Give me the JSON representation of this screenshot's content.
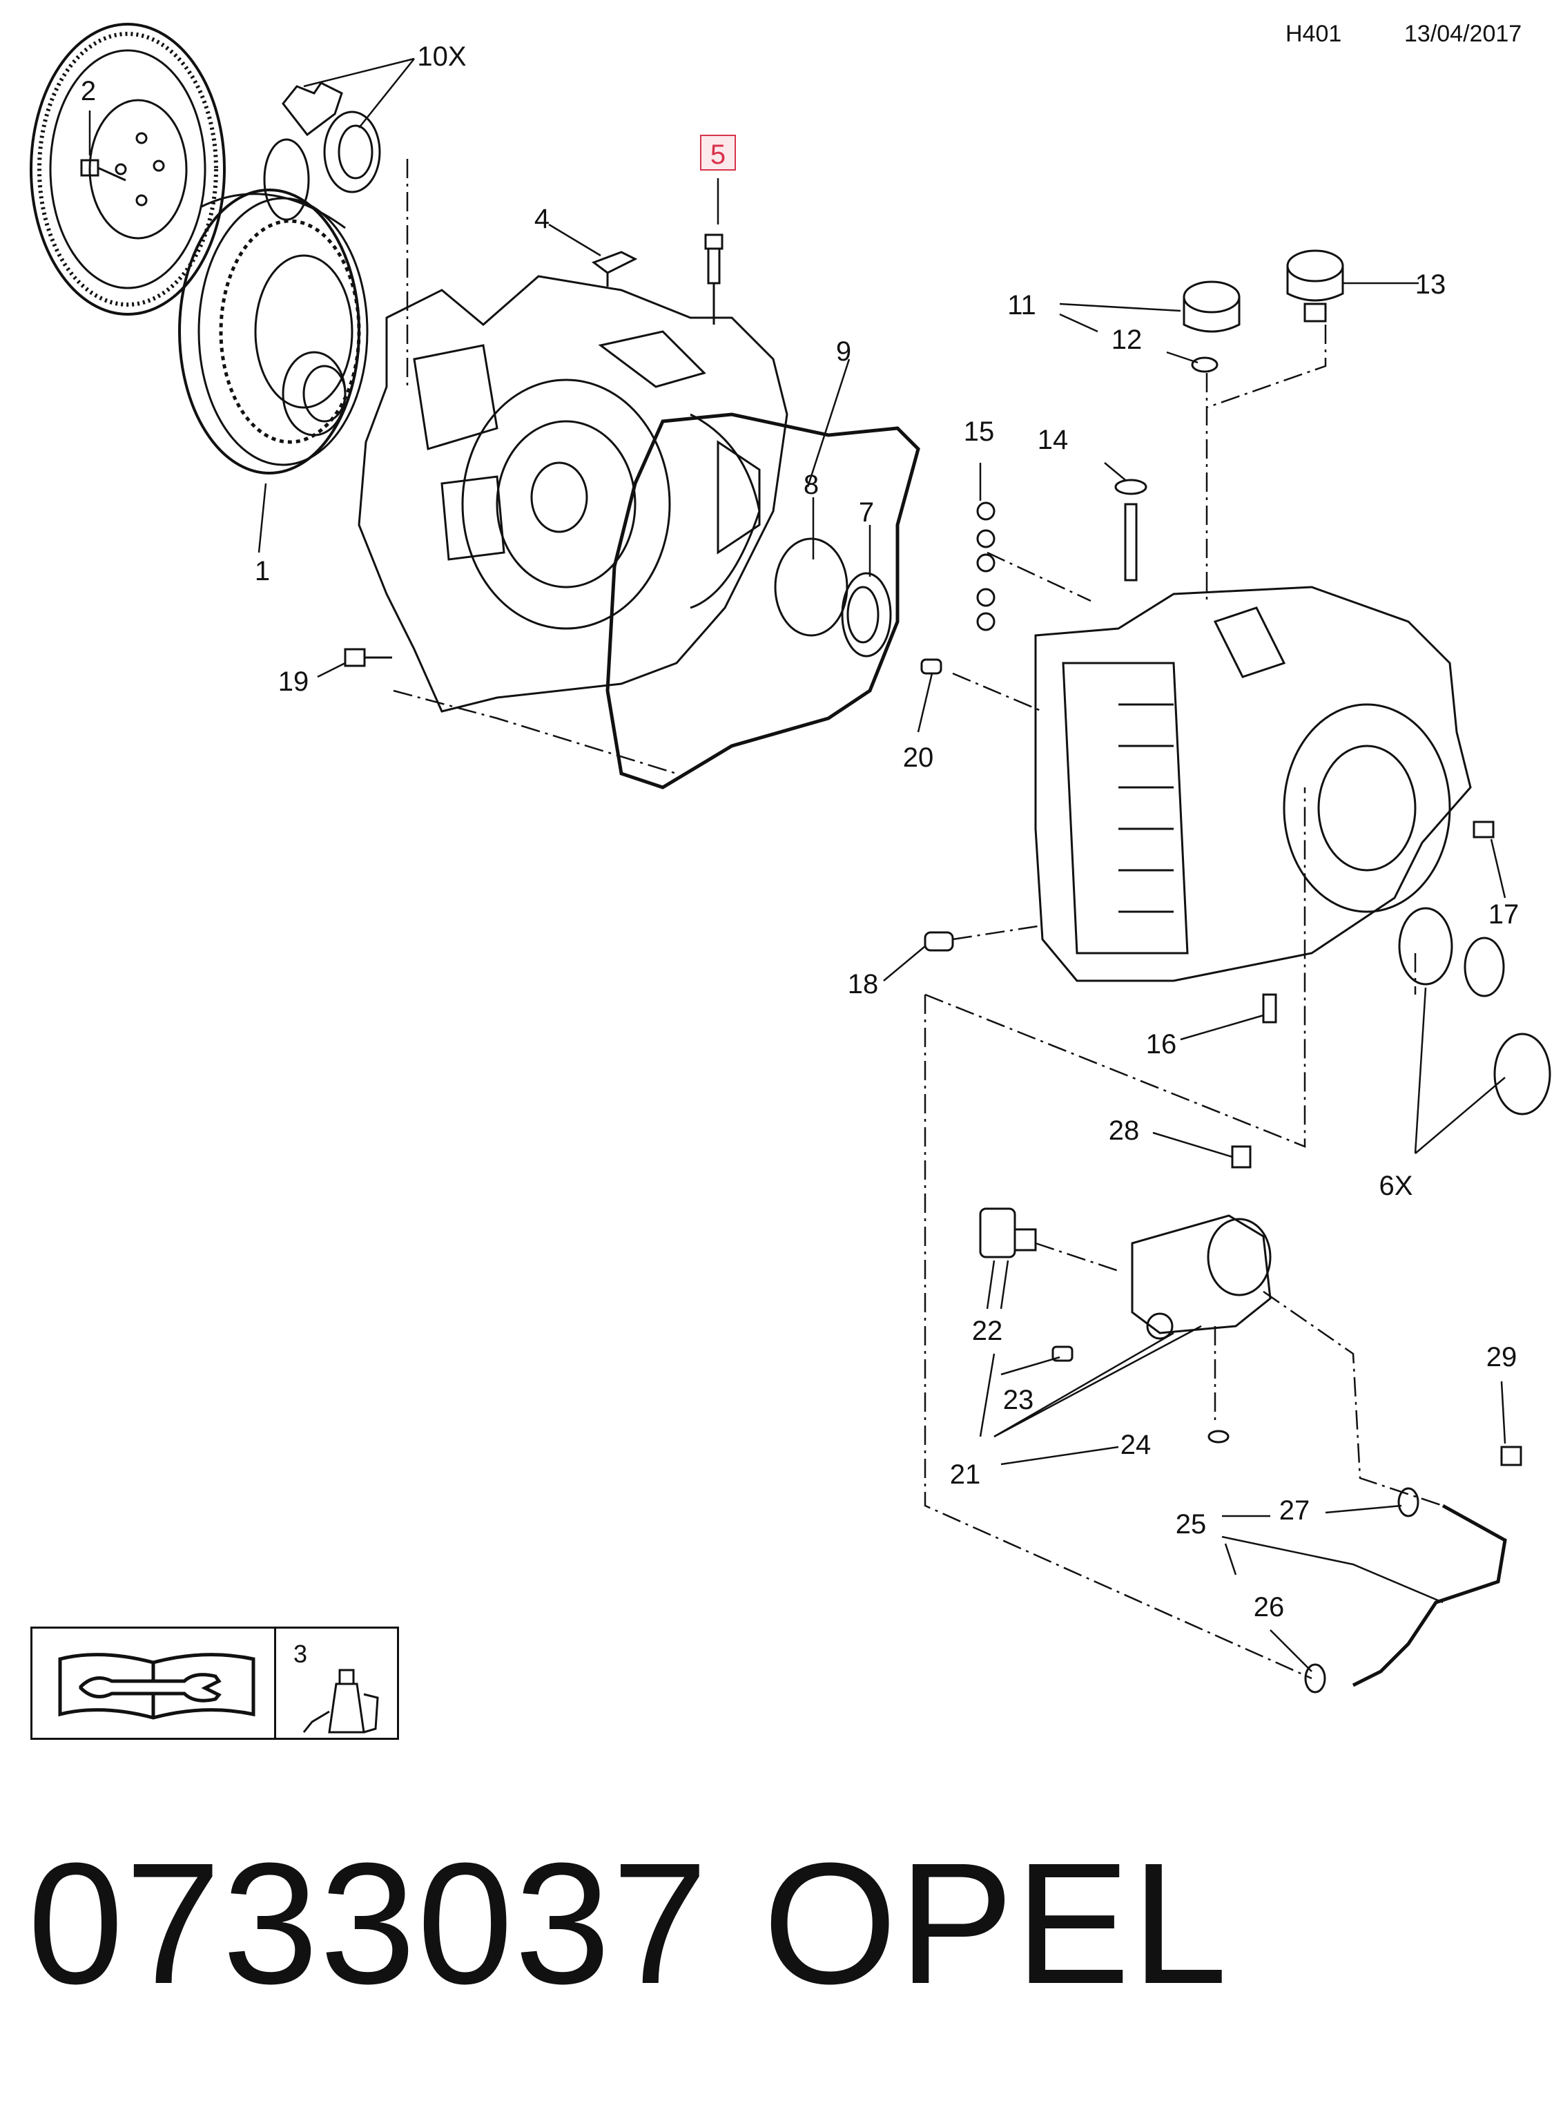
{
  "header": {
    "code": "H401",
    "date": "13/04/2017"
  },
  "footer": {
    "part_number": "0733037",
    "brand": "OPEL"
  },
  "highlight_color": "#d9324a",
  "callouts": [
    {
      "id": "1",
      "label": "1"
    },
    {
      "id": "2",
      "label": "2"
    },
    {
      "id": "3",
      "label": "3"
    },
    {
      "id": "4",
      "label": "4"
    },
    {
      "id": "5",
      "label": "5",
      "highlighted": true
    },
    {
      "id": "6X",
      "label": "6X"
    },
    {
      "id": "7",
      "label": "7"
    },
    {
      "id": "8",
      "label": "8"
    },
    {
      "id": "9",
      "label": "9"
    },
    {
      "id": "10X",
      "label": "10X"
    },
    {
      "id": "11",
      "label": "11"
    },
    {
      "id": "12",
      "label": "12"
    },
    {
      "id": "13",
      "label": "13"
    },
    {
      "id": "14",
      "label": "14"
    },
    {
      "id": "15",
      "label": "15"
    },
    {
      "id": "16",
      "label": "16"
    },
    {
      "id": "17",
      "label": "17"
    },
    {
      "id": "18",
      "label": "18"
    },
    {
      "id": "19",
      "label": "19"
    },
    {
      "id": "20",
      "label": "20"
    },
    {
      "id": "21",
      "label": "21"
    },
    {
      "id": "22",
      "label": "22"
    },
    {
      "id": "23",
      "label": "23"
    },
    {
      "id": "24",
      "label": "24"
    },
    {
      "id": "25",
      "label": "25"
    },
    {
      "id": "26",
      "label": "26"
    },
    {
      "id": "27",
      "label": "27"
    },
    {
      "id": "28",
      "label": "28"
    },
    {
      "id": "29",
      "label": "29"
    }
  ],
  "legend": {
    "sealant_label": "3",
    "manual_icon": "repair-manual-icon",
    "sealant_icon": "sealant-bottle-icon"
  }
}
